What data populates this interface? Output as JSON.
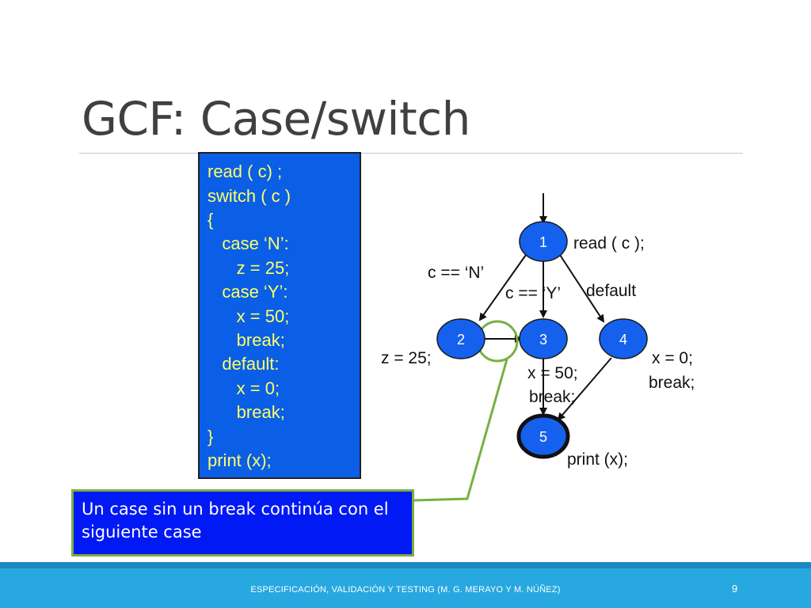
{
  "slide": {
    "title": "GCF: Case/switch",
    "code_lines": [
      "read ( c) ;",
      "switch ( c )",
      "{",
      "   case ‘N’:",
      "      z = 25;",
      "   case ‘Y’:",
      "      x = 50;",
      "      break;",
      "   default:",
      "      x = 0;",
      "      break;",
      "}",
      "print (x);"
    ],
    "callout_text": "Un case sin un break continúa con el siguiente case",
    "footer": "ESPECIFICACIÓN, VALIDACIÓN Y TESTING (M. G. MERAYO Y M. NÚÑEZ)",
    "page_number": "9"
  },
  "graph": {
    "nodes": [
      {
        "id": "1",
        "label": "1"
      },
      {
        "id": "2",
        "label": "2"
      },
      {
        "id": "3",
        "label": "3"
      },
      {
        "id": "4",
        "label": "4"
      },
      {
        "id": "5",
        "label": "5"
      }
    ],
    "node_labels": {
      "n1": "read ( c );",
      "n2": "z = 25;",
      "n3_line1": "x = 50;",
      "n3_line2": "break;",
      "n4_line1": "x = 0;",
      "n4_line2": "break;",
      "n5": "print (x);"
    },
    "edge_labels": {
      "to2": "c == ‘N’",
      "to3": "c == ‘Y’",
      "to4": "default"
    },
    "colors": {
      "node_fill": "#1561ee",
      "node_text": "#ffffff",
      "highlight": "#79b041",
      "code_bg": "#0a5fe6",
      "code_text": "#ffff66",
      "callout_bg": "#0019f5",
      "footer_band": "#27a8e0"
    }
  }
}
